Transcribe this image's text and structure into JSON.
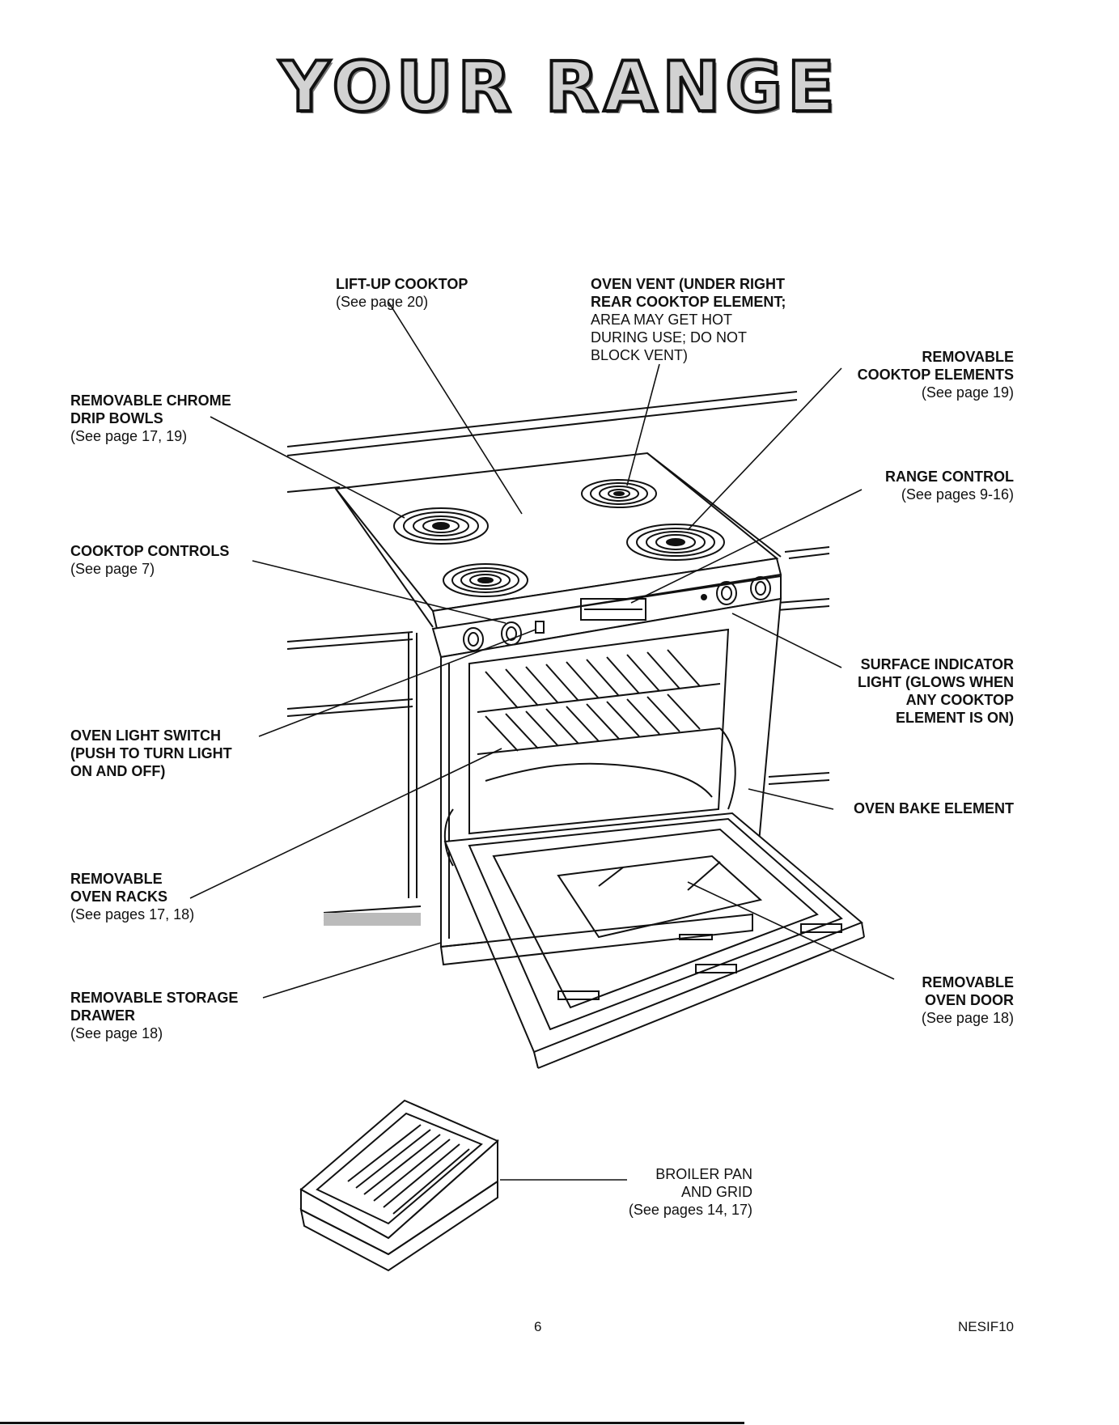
{
  "title": "YOUR RANGE",
  "labels": {
    "lift_up_cooktop": {
      "name": "LIFT-UP COOKTOP",
      "ref": "(See page 20)"
    },
    "oven_vent": {
      "lines": [
        "OVEN VENT (UNDER RIGHT",
        "REAR COOKTOP ELEMENT;",
        "AREA MAY GET HOT",
        "DURING USE; DO NOT",
        "BLOCK VENT)"
      ]
    },
    "cooktop_elements": {
      "lines": [
        "REMOVABLE",
        "COOKTOP ELEMENTS"
      ],
      "ref": "(See page 19)"
    },
    "drip_bowls": {
      "lines": [
        "REMOVABLE CHROME",
        "DRIP BOWLS"
      ],
      "ref": "(See page 17, 19)"
    },
    "range_control": {
      "name": "RANGE CONTROL",
      "ref": "(See pages 9-16)"
    },
    "cooktop_controls": {
      "name": "COOKTOP CONTROLS",
      "ref": "(See page 7)"
    },
    "surface_indicator": {
      "lines": [
        "SURFACE INDICATOR",
        "LIGHT (GLOWS WHEN",
        "ANY COOKTOP",
        "ELEMENT IS ON)"
      ]
    },
    "oven_light_switch": {
      "lines": [
        "OVEN LIGHT SWITCH",
        "(PUSH TO TURN LIGHT",
        "ON AND OFF)"
      ]
    },
    "bake_element": {
      "name": "OVEN BAKE ELEMENT"
    },
    "oven_racks": {
      "lines": [
        "REMOVABLE",
        "OVEN RACKS"
      ],
      "ref": "(See pages 17, 18)"
    },
    "storage_drawer": {
      "lines": [
        "REMOVABLE STORAGE",
        "DRAWER"
      ],
      "ref": "(See page 18)"
    },
    "oven_door": {
      "lines": [
        "REMOVABLE",
        "OVEN DOOR"
      ],
      "ref": "(See page 18)"
    },
    "broiler_pan": {
      "lines": [
        "BROILER PAN",
        "AND GRID"
      ],
      "ref": "(See pages 14, 17)"
    }
  },
  "footer": {
    "page_number": "6",
    "code": "NESIF10"
  }
}
